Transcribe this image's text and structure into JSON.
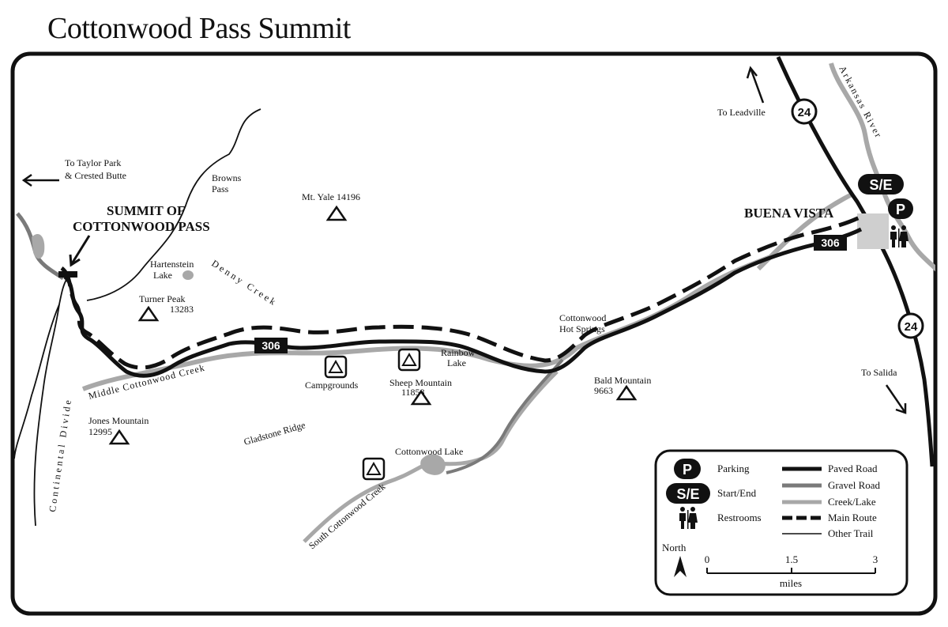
{
  "title": "Cottonwood Pass Summit",
  "labels": {
    "to_taylor_1": "To Taylor Park",
    "to_taylor_2": "& Crested Butte",
    "to_leadville": "To Leadville",
    "to_salida": "To Salida",
    "summit_1": "SUMMIT OF",
    "summit_2": "COTTONWOOD PASS",
    "buena_vista": "BUENA VISTA",
    "browns_1": "Browns",
    "browns_2": "Pass",
    "mt_yale": "Mt. Yale  14196",
    "hartenstein_1": "Hartenstein",
    "hartenstein_2": "Lake",
    "denny_creek": "Denny Creek",
    "turner_1": "Turner Peak",
    "turner_2": "13283",
    "continental_divide": "Continental Divide",
    "middle_cottonwood": "Middle Cottonwood Creek",
    "jones_1": "Jones Mountain",
    "jones_2": "12995",
    "gladstone": "Gladstone Ridge",
    "campgrounds": "Campgrounds",
    "sheep_1": "Sheep Mountain",
    "sheep_2": "11858",
    "rainbow_1": "Rainbow",
    "rainbow_2": "Lake",
    "hot_springs_1": "Cottonwood",
    "hot_springs_2": "Hot Springs",
    "bald_1": "Bald Mountain",
    "bald_2": "9663",
    "cottonwood_lake": "Cottonwood Lake",
    "south_cottonwood": "South Cottonwood Creek",
    "arkansas": "Arkansas River"
  },
  "roads": {
    "route_306": "306",
    "route_24": "24"
  },
  "markers": {
    "parking": "P",
    "start_end": "S/E"
  },
  "legend": {
    "parking": "Parking",
    "start_end": "Start/End",
    "restrooms": "Restrooms",
    "paved_road": "Paved Road",
    "gravel_road": "Gravel Road",
    "creek_lake": "Creek/Lake",
    "main_route": "Main Route",
    "other_trail": "Other Trail",
    "north": "North",
    "scale_0": "0",
    "scale_mid": "1.5",
    "scale_max": "3",
    "scale_unit": "miles"
  },
  "colors": {
    "road": "#111111",
    "gravel": "#7a7a7a",
    "creek": "#a8a8a8"
  }
}
